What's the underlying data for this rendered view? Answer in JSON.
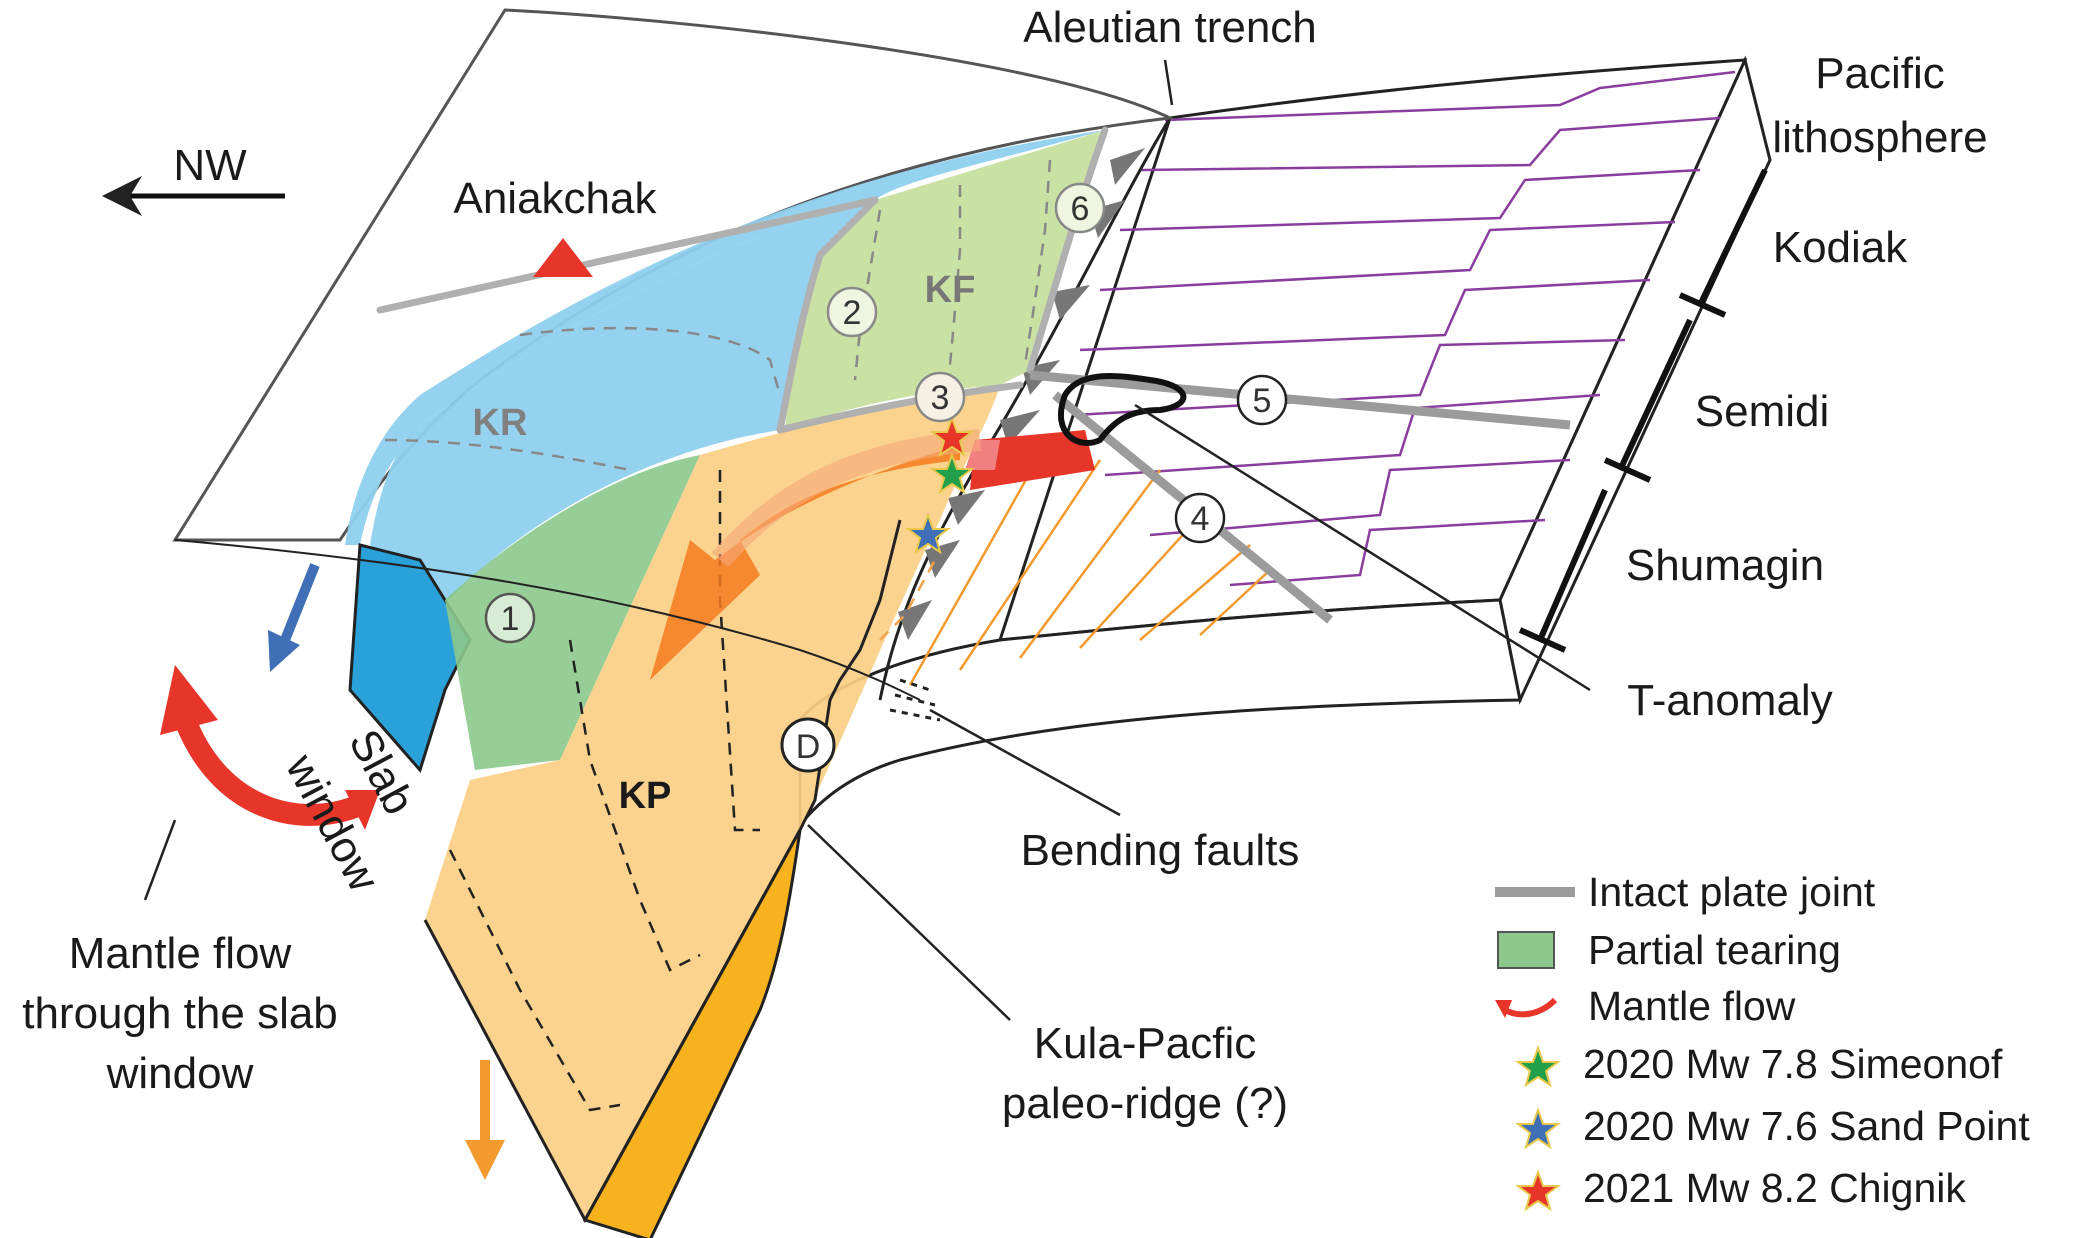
{
  "labels": {
    "aleutian_trench": "Aleutian trench",
    "pacific_line1": "Pacific",
    "pacific_line2": "lithosphere",
    "nw": "NW",
    "aniakchak": "Aniakchak",
    "kodiak": "Kodiak",
    "semidi": "Semidi",
    "shumagin": "Shumagin",
    "t_anomaly": "T-anomaly",
    "bending_faults": "Bending faults",
    "slab_line1": "Slab",
    "slab_line2": "window",
    "mantle_line1": "Mantle flow",
    "mantle_line2": "through the slab",
    "mantle_line3": "window",
    "ridge_line1": "Kula-Pacfic",
    "ridge_line2": "paleo-ridge (?)"
  },
  "zones": {
    "kr": "KR",
    "kf": "KF",
    "kp": "KP"
  },
  "markers": {
    "m1": "1",
    "m2": "2",
    "m3": "3",
    "m4": "4",
    "m5": "5",
    "m6": "6",
    "d": "D"
  },
  "legend": {
    "intact": "Intact plate joint",
    "partial": "Partial tearing",
    "mantle": "Mantle flow",
    "simeonof": "2020 Mw 7.8 Simeonof",
    "sand_point": "2020 Mw 7.6 Sand Point",
    "chignik": "2021 Mw 8.2 Chignik"
  },
  "colors": {
    "kr_blue": "#8fd0ee",
    "kf_green": "#c9e2a4",
    "kp_orange": "#fbcf84",
    "purple_lines": "#8a3d9e",
    "orange_lines": "#f29a2e",
    "joint_gray": "#9b9b9b",
    "volcano_red": "#e8352a",
    "mantle_red": "#e8352a",
    "blue_arrow": "#3f6fb6",
    "orange_arrow": "#f29a2e"
  }
}
